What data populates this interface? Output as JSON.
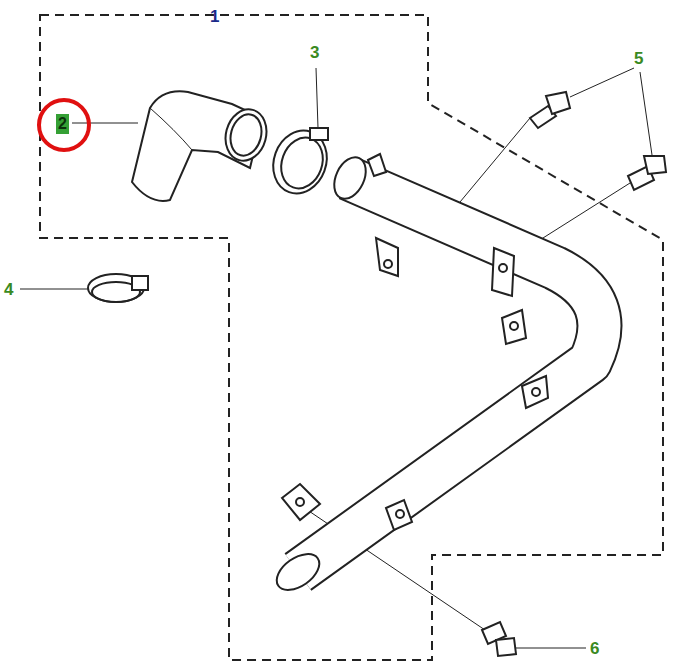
{
  "diagram": {
    "nodes": [
      {
        "text": [
          "2"
        ]
      }
    ],
    "labels": [
      "1",
      "3",
      "4",
      "5",
      "6"
    ]
  }
}
